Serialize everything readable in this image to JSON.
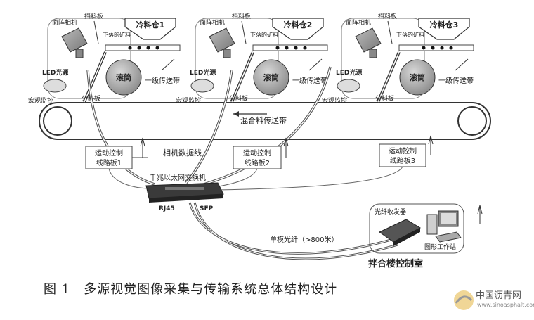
{
  "stations": [
    {
      "silo": "冷料仓1",
      "camera": "面阵相机",
      "baffle": "挡料板",
      "falling": "下落的矿料",
      "led": "LED光源",
      "drum": "滚筒",
      "conveyor": "一级传送带",
      "splitter": "分料板",
      "monitor": "宏观监控",
      "board": [
        "运动控制",
        "线路板1"
      ]
    },
    {
      "silo": "冷料仓2",
      "camera": "面阵相机",
      "baffle": "挡料板",
      "falling": "下落的矿料",
      "led": "LED光源",
      "drum": "滚筒",
      "conveyor": "一级传送带",
      "splitter": "分料板",
      "monitor": "宏观监控",
      "board": [
        "运动控制",
        "线路板2"
      ]
    },
    {
      "silo": "冷料仓3",
      "camera": "面阵相机",
      "baffle": "挡料板",
      "falling": "下落的矿料",
      "led": "LED光源",
      "drum": "滚筒",
      "conveyor": "一级传送带",
      "splitter": "分料板",
      "monitor": "宏观监控",
      "board": [
        "运动控制",
        "线路板3"
      ]
    }
  ],
  "mix_conveyor": "混合料传送带",
  "camera_cable": "相机数据线",
  "switch": {
    "label": "千兆以太网交换机",
    "port_rj45": "RJ45",
    "port_sfp": "SFP"
  },
  "fiber": "单模光纤（>800米）",
  "control_room": {
    "transceiver": "光纤收发器",
    "workstation": "图形工作站",
    "title": "拌合楼控制室"
  },
  "caption": "图 1　多源视觉图像采集与传输系统总体结构设计",
  "watermark": {
    "name": "中国沥青网",
    "url": "www.sinoasphalt.com"
  }
}
